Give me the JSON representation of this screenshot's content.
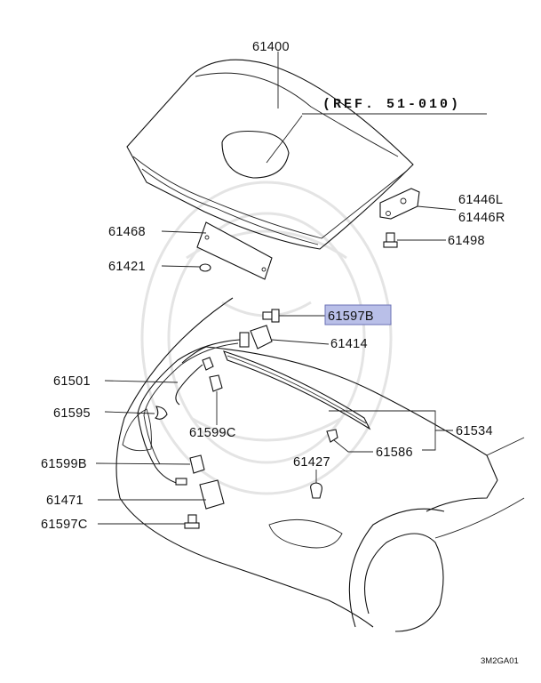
{
  "figure_code": "3M2GA01",
  "reference_note": "(REF. 51-010)",
  "highlight_color": "#b9bfe8",
  "parts": {
    "hood": "61400",
    "hinge_l": "61446L",
    "hinge_r": "61446R",
    "hinge_bolt": "61498",
    "silencer": "61468",
    "clip_61421": "61421",
    "bolt_61597b": "61597B",
    "striker": "61414",
    "cable": "61501",
    "clamp_61595": "61595",
    "clip_61599c": "61599C",
    "weatherstrip": "61534",
    "clip_61586": "61586",
    "bumper_61427": "61427",
    "clip_61599b": "61599B",
    "release_handle": "61471",
    "bolt_61597c": "61597C"
  }
}
